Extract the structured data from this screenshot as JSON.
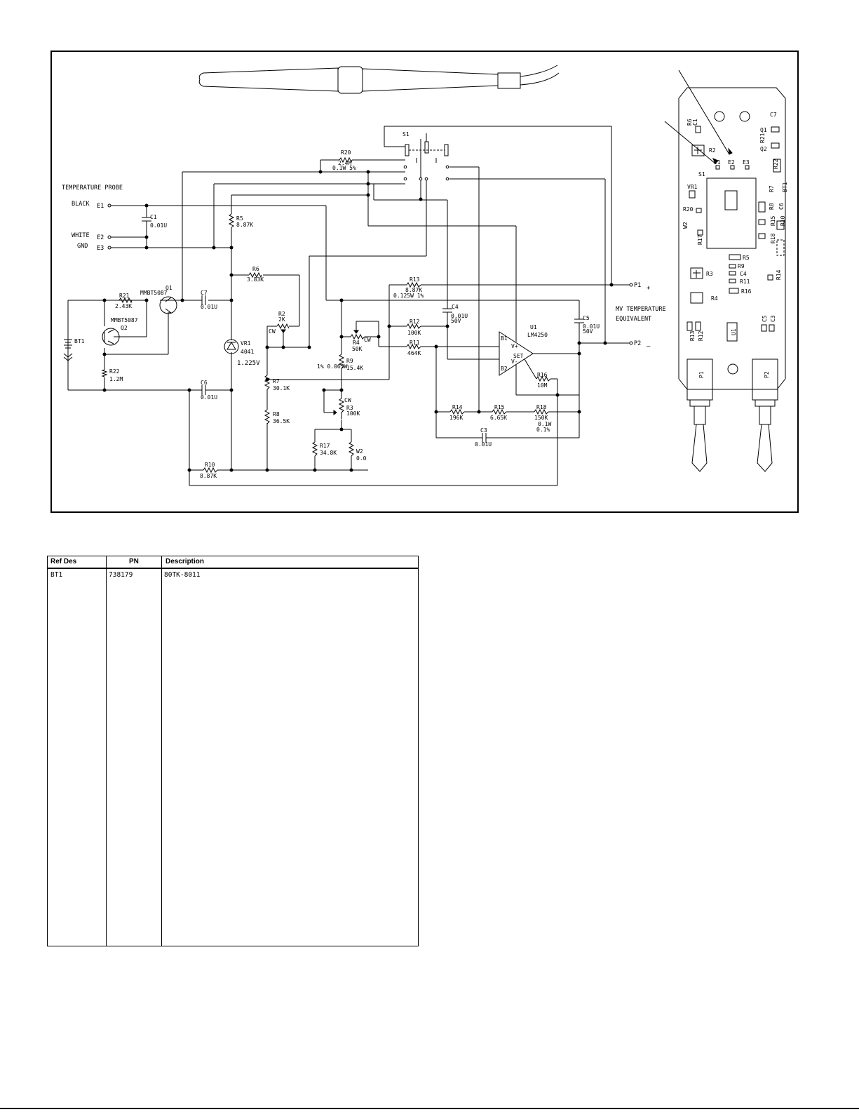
{
  "schematic": {
    "probe_title": "TEMPERATURE PROBE",
    "terminals": [
      {
        "color": "BLACK",
        "id": "E1"
      },
      {
        "color": "WHITE",
        "id": "E2"
      },
      {
        "color": "GND",
        "id": "E3"
      }
    ],
    "components": {
      "R20": {
        "ref": "R20",
        "value": "2.4M",
        "spec": "0.1W 5%"
      },
      "R5": {
        "ref": "R5",
        "value": "8.87K"
      },
      "R6": {
        "ref": "R6",
        "value": "3.83K"
      },
      "R21": {
        "ref": "R21",
        "value": "2.43K"
      },
      "R22": {
        "ref": "R22",
        "value": "1.2M"
      },
      "R2": {
        "ref": "R2",
        "value": "2K"
      },
      "R7": {
        "ref": "R7",
        "value": "30.1K"
      },
      "R8": {
        "ref": "R8",
        "value": "36.5K"
      },
      "R10": {
        "ref": "R10",
        "value": "8.87K"
      },
      "R13": {
        "ref": "R13",
        "value": "8.87K",
        "spec": "0.125W 1%"
      },
      "R12": {
        "ref": "R12",
        "value": "100K"
      },
      "R11": {
        "ref": "R11",
        "value": "464K"
      },
      "R4": {
        "ref": "R4",
        "value": "50K"
      },
      "R9": {
        "ref": "R9",
        "value": "15.4K",
        "spec": "1% 0.063W"
      },
      "R3": {
        "ref": "R3",
        "value": "100K"
      },
      "R17": {
        "ref": "R17",
        "value": "34.8K"
      },
      "W2": {
        "ref": "W2",
        "value": "0.0"
      },
      "R14": {
        "ref": "R14",
        "value": "196K"
      },
      "R15": {
        "ref": "R15",
        "value": "6.65K"
      },
      "R18": {
        "ref": "R18",
        "value": "150K",
        "spec1": "0.1W",
        "spec2": "0.1%"
      },
      "R16": {
        "ref": "R16",
        "value": "10M"
      },
      "C1": {
        "ref": "C1",
        "value": "0.01U"
      },
      "C7": {
        "ref": "C7",
        "value": "0.01U"
      },
      "C6": {
        "ref": "C6",
        "value": "0.01U"
      },
      "C4": {
        "ref": "C4",
        "value": "0.01U",
        "spec": "50V"
      },
      "C5": {
        "ref": "C5",
        "value": "0.01U",
        "spec": "50V"
      },
      "C3": {
        "ref": "C3",
        "value": "0.01U"
      },
      "Q1": {
        "ref": "Q1",
        "part": "MMBT5087"
      },
      "Q2": {
        "ref": "Q2",
        "part": "MMBT5087"
      },
      "VR1": {
        "ref": "VR1",
        "part": "4041",
        "value": "1.225V"
      },
      "U1": {
        "ref": "U1",
        "part": "LM4250"
      },
      "BT1": {
        "ref": "BT1"
      },
      "S1": {
        "ref": "S1"
      }
    },
    "cw": "CW",
    "opamp_pins": {
      "b1": "B1",
      "b2": "B2",
      "set": "SET",
      "vp": "V+",
      "vm": "V-"
    },
    "output_title_1": "MV TEMPERATURE",
    "output_title_2": "EQUIVALENT",
    "p1": "P1",
    "p2": "P2",
    "p1_sign": "+",
    "p2_sign": "–"
  },
  "pcb": {
    "labels": [
      "R6",
      "C1",
      "C7",
      "Q1",
      "R21",
      "Q2",
      "R2",
      "E1",
      "E2",
      "E3",
      "R22",
      "S1",
      "VR1",
      "R7",
      "BT1",
      "R20",
      "R8",
      "C6",
      "W2",
      "R15",
      "R10",
      "R17",
      "R18",
      "R5",
      "R9",
      "C4",
      "R11",
      "R16",
      "R3",
      "R14",
      "R4",
      "R13",
      "R12",
      "U1",
      "C5",
      "C3",
      "P1",
      "P2"
    ]
  },
  "parts_list": {
    "headers": {
      "ref": "Ref Des",
      "pn": "PN",
      "desc": "Description"
    },
    "rows": [
      {
        "ref": "BT1",
        "pn": "738179",
        "desc": "80TK-8011"
      }
    ]
  }
}
